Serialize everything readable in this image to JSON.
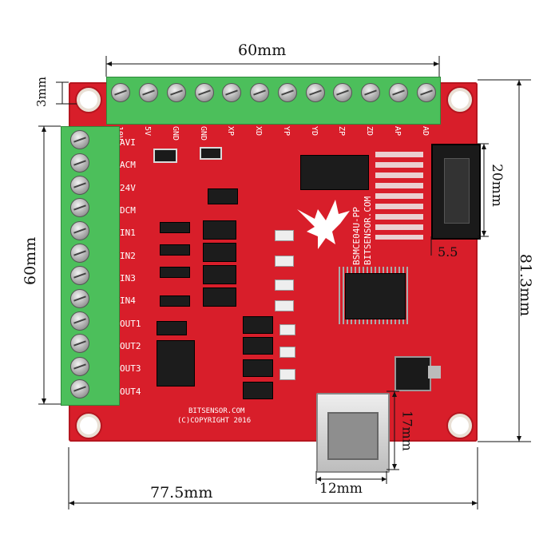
{
  "dimensions": {
    "top_width": "60mm",
    "left_height": "60mm",
    "mount_offset": "3mm",
    "header_height": "20mm",
    "header_pitch": "5.5",
    "board_width": "77.5mm",
    "board_height": "81.3mm",
    "usb_width": "12mm",
    "usb_height": "17mm"
  },
  "top_terminal_labels": [
    "10V",
    "5V",
    "GND",
    "GND",
    "XP",
    "XD",
    "YP",
    "YD",
    "ZP",
    "ZD",
    "AP",
    "AD"
  ],
  "left_terminal_labels": [
    "AVI",
    "ACM",
    "24V",
    "DCM",
    "IN1",
    "IN2",
    "IN3",
    "IN4",
    "OUT1",
    "OUT2",
    "OUT3",
    "OUT4"
  ],
  "silkscreen": {
    "model": "BSMCE04U-PP",
    "website": "BITSENSOR.COM",
    "footer_line1": "BITSENSOR.COM",
    "footer_line2": "(C)COPYRIGHT 2016"
  },
  "colors": {
    "pcb": "#d81e2a",
    "terminal": "#4cbf5b"
  }
}
